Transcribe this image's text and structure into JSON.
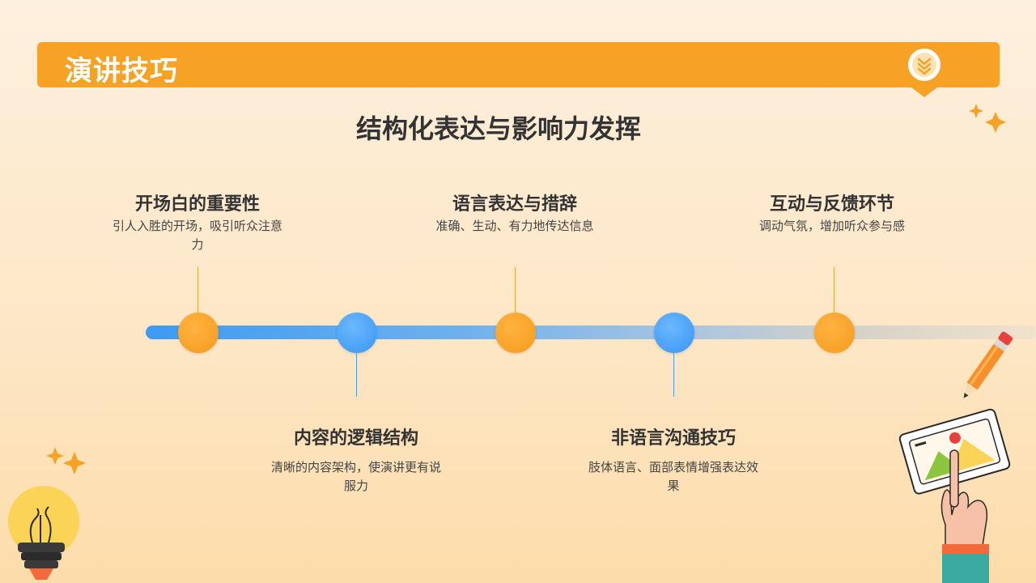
{
  "header": {
    "title": "演讲技巧",
    "badge_icon": "double-chevron-down-icon"
  },
  "subtitle": "结构化表达与影响力发挥",
  "timeline": {
    "items": [
      {
        "title": "开场白的重要性",
        "desc": "引人入胜的开场，吸引听众注意力",
        "color": "#f7a225"
      },
      {
        "title": "内容的逻辑结构",
        "desc": "清晰的内容架构，使演讲更有说服力",
        "color": "#3d9bf2"
      },
      {
        "title": "语言表达与措辞",
        "desc": "准确、生动、有力地传达信息",
        "color": "#f7a225"
      },
      {
        "title": "非语言沟通技巧",
        "desc": "肢体语言、面部表情增强表达效果",
        "color": "#3d9bf2"
      },
      {
        "title": "互动与反馈环节",
        "desc": "调动气氛，增加听众参与感",
        "color": "#f7a225"
      }
    ]
  },
  "colors": {
    "accent": "#f7a225",
    "blue": "#3d9bf2",
    "text": "#333333"
  }
}
